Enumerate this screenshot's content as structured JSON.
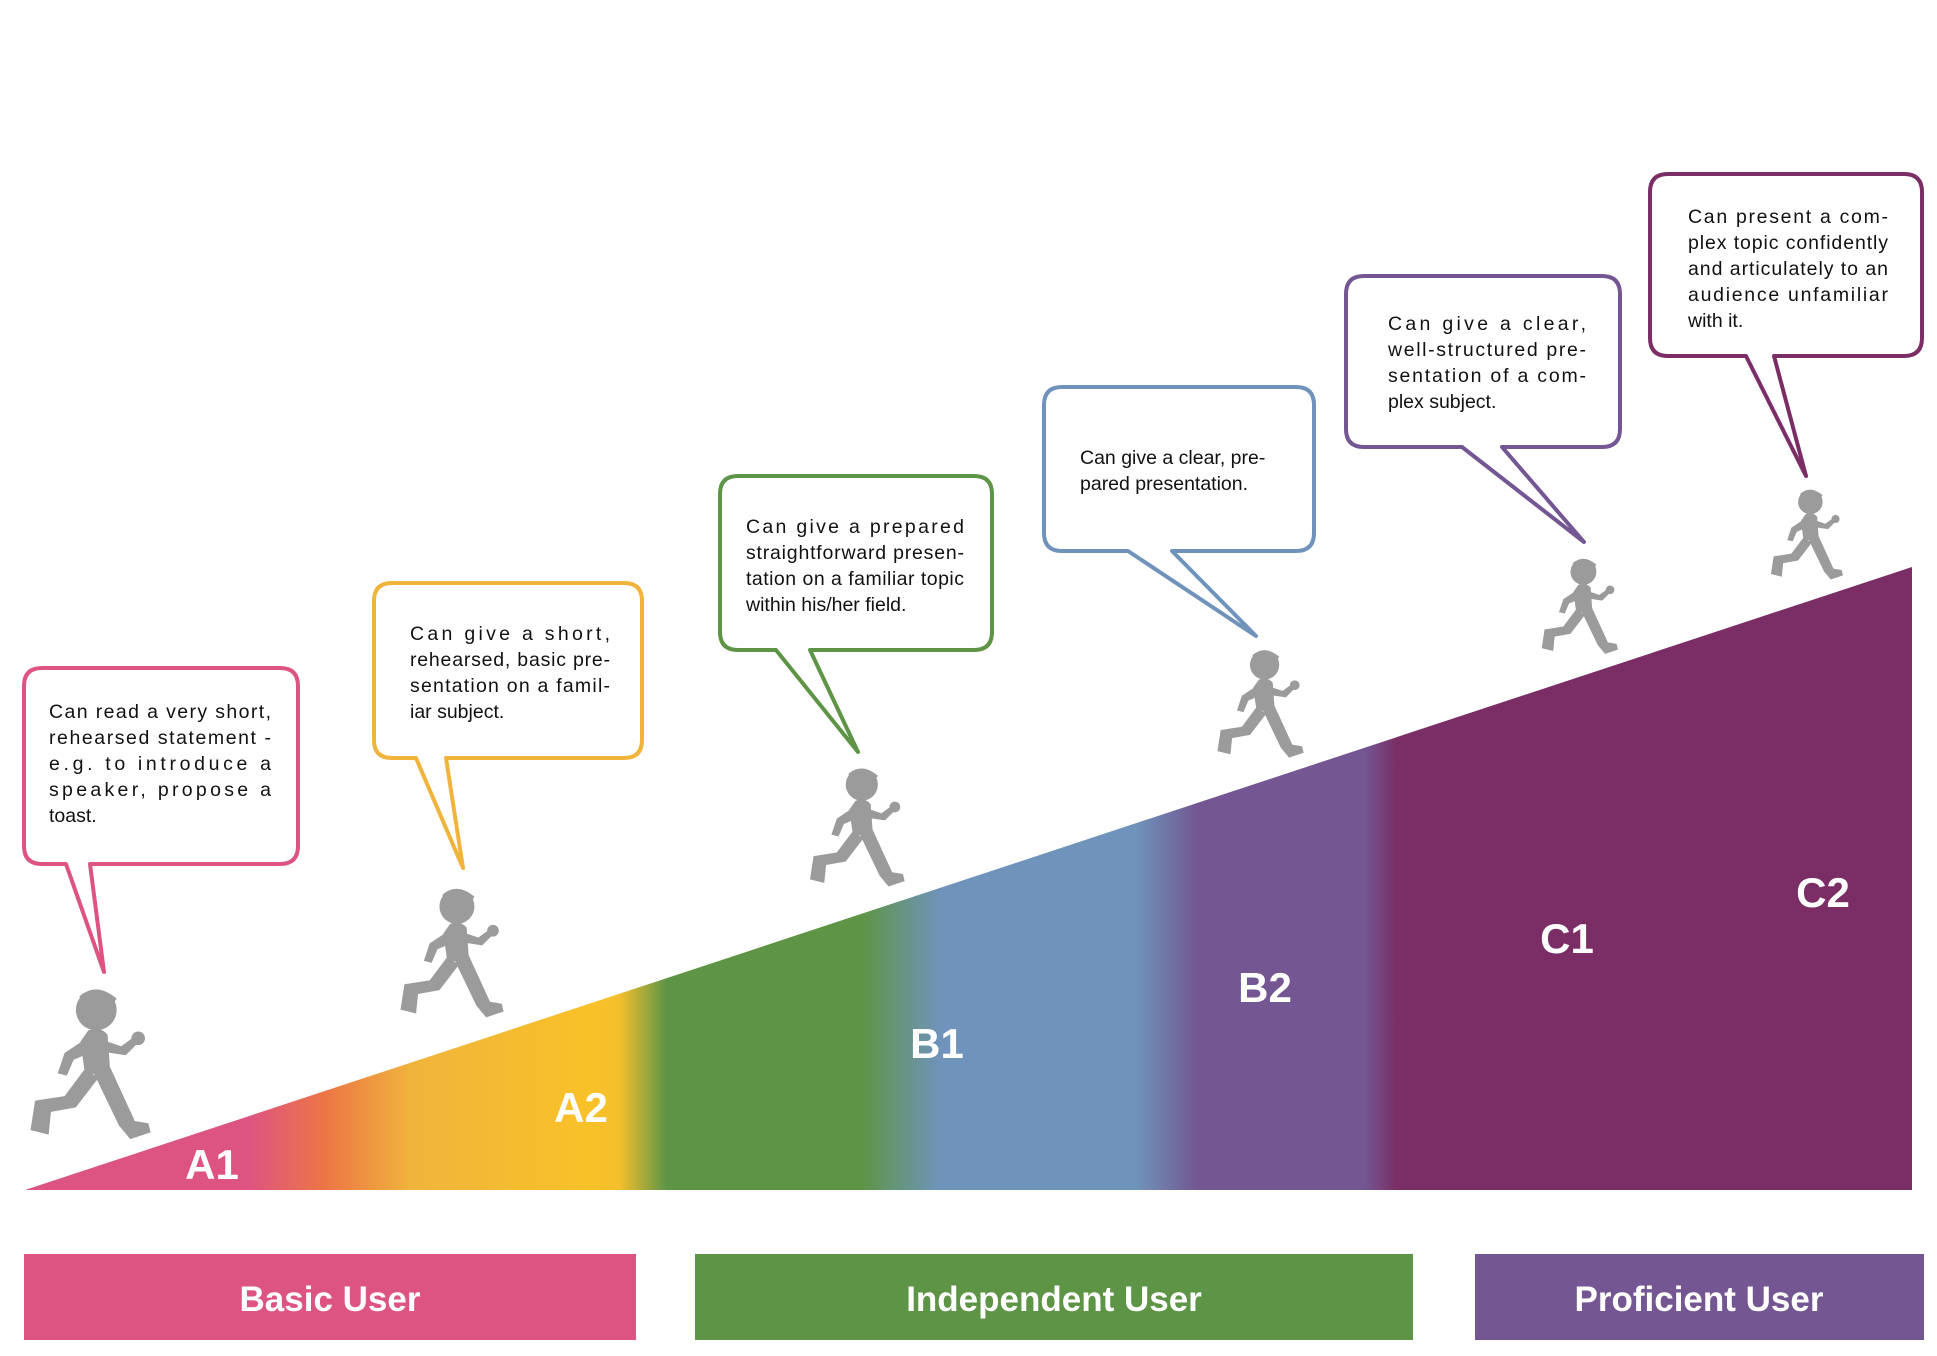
{
  "levels": [
    {
      "id": "A1",
      "label": "A1",
      "color": "#DD5482",
      "descriptor": [
        "Can read a very short,",
        "rehearsed statement -",
        "e.g. to introduce a",
        "speaker, propose a",
        "toast."
      ]
    },
    {
      "id": "A2",
      "label": "A2",
      "color": "#F0B43C",
      "descriptor": [
        "Can give a short,",
        "rehearsed, basic pre-",
        "sentation on a famil-",
        "iar subject."
      ]
    },
    {
      "id": "B1",
      "label": "B1",
      "color": "#5E9446",
      "descriptor": [
        "Can give a prepared",
        "straightforward presen-",
        "tation on a familiar topic",
        "within his/her field."
      ]
    },
    {
      "id": "B2",
      "label": "B2",
      "color": "#6F93BA",
      "descriptor": [
        "Can give a clear, pre-",
        "pared presentation."
      ]
    },
    {
      "id": "C1",
      "label": "C1",
      "color": "#735692",
      "descriptor": [
        "Can give a clear,",
        "well-structured pre-",
        "sentation of a com-",
        "plex subject."
      ]
    },
    {
      "id": "C2",
      "label": "C2",
      "color": "#7A2E65",
      "descriptor": [
        "Can present a com-",
        "plex topic confidently",
        "and articulately to an",
        "audience unfamiliar",
        "with it."
      ]
    }
  ],
  "user_groups": [
    {
      "id": "basic",
      "label": "Basic User",
      "color": "#DD5482"
    },
    {
      "id": "independent",
      "label": "Independent User",
      "color": "#5E9446"
    },
    {
      "id": "proficient",
      "label": "Proficient User",
      "color": "#735692"
    }
  ],
  "icons": {
    "figure": "running-child-icon",
    "figure_color": "#9B9B9B"
  }
}
